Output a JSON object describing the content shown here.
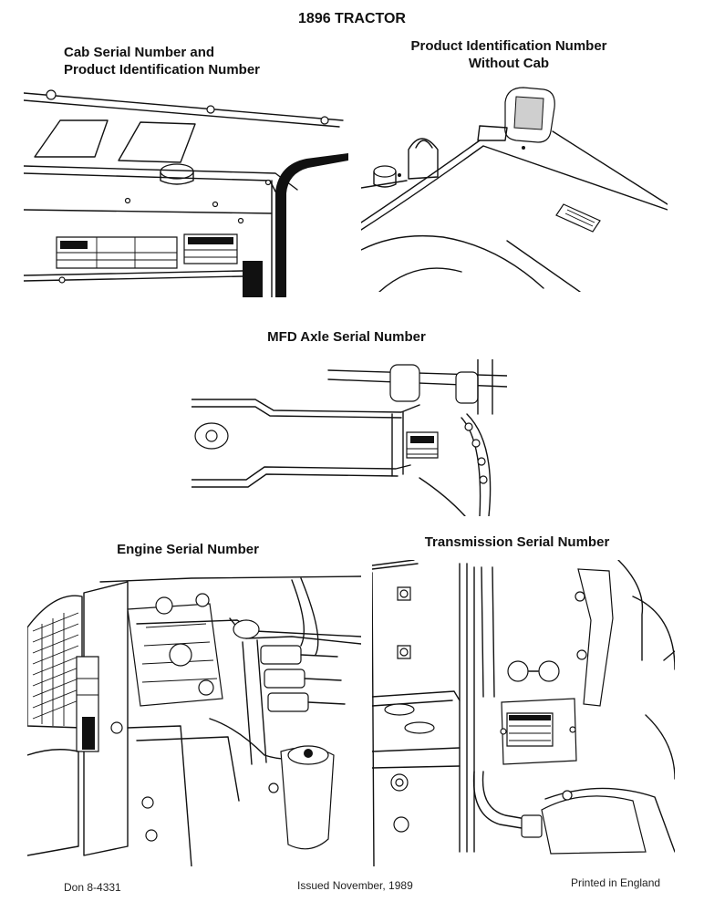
{
  "page": {
    "title": "1896 TRACTOR"
  },
  "sections": {
    "cab": {
      "heading_line1": "Cab Serial Number and",
      "heading_line2": "Product Identification Number"
    },
    "no_cab": {
      "heading_line1": "Product Identification Number",
      "heading_line2": "Without Cab"
    },
    "mfd_axle": {
      "heading": "MFD Axle Serial Number"
    },
    "engine": {
      "heading": "Engine Serial Number"
    },
    "transmission": {
      "heading": "Transmission Serial Number"
    }
  },
  "footer": {
    "doc_number": "Don 8-4331",
    "issued": "Issued November, 1989",
    "printed": "Printed in England"
  }
}
